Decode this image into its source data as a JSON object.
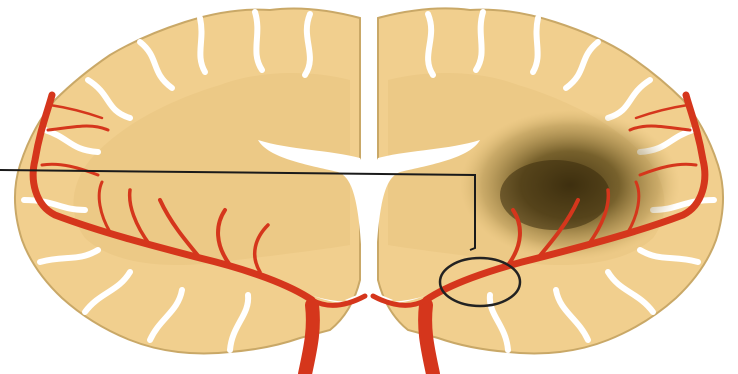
{
  "figure": {
    "subject": "coronal-brain-section",
    "colors": {
      "background": "#ffffff",
      "brain_fill": "#f1cf8e",
      "brain_outline": "#b79a5c",
      "white_matter_shadow": "#e6c27e",
      "ventricle": "#ffffff",
      "artery": "#d5361c",
      "infarct": "#4a3a12",
      "pointer_line": "#1a1a1a",
      "highlight_circle": "#222222"
    },
    "elements": {
      "left_hemisphere": "left-hemisphere",
      "right_hemisphere": "right-hemisphere",
      "ventricles": "lateral-ventricles",
      "arteries": "middle-cerebral-artery-branches",
      "infarct": "infarct-region",
      "pointer": "pointer-line",
      "circle": "occlusion-circle"
    }
  }
}
